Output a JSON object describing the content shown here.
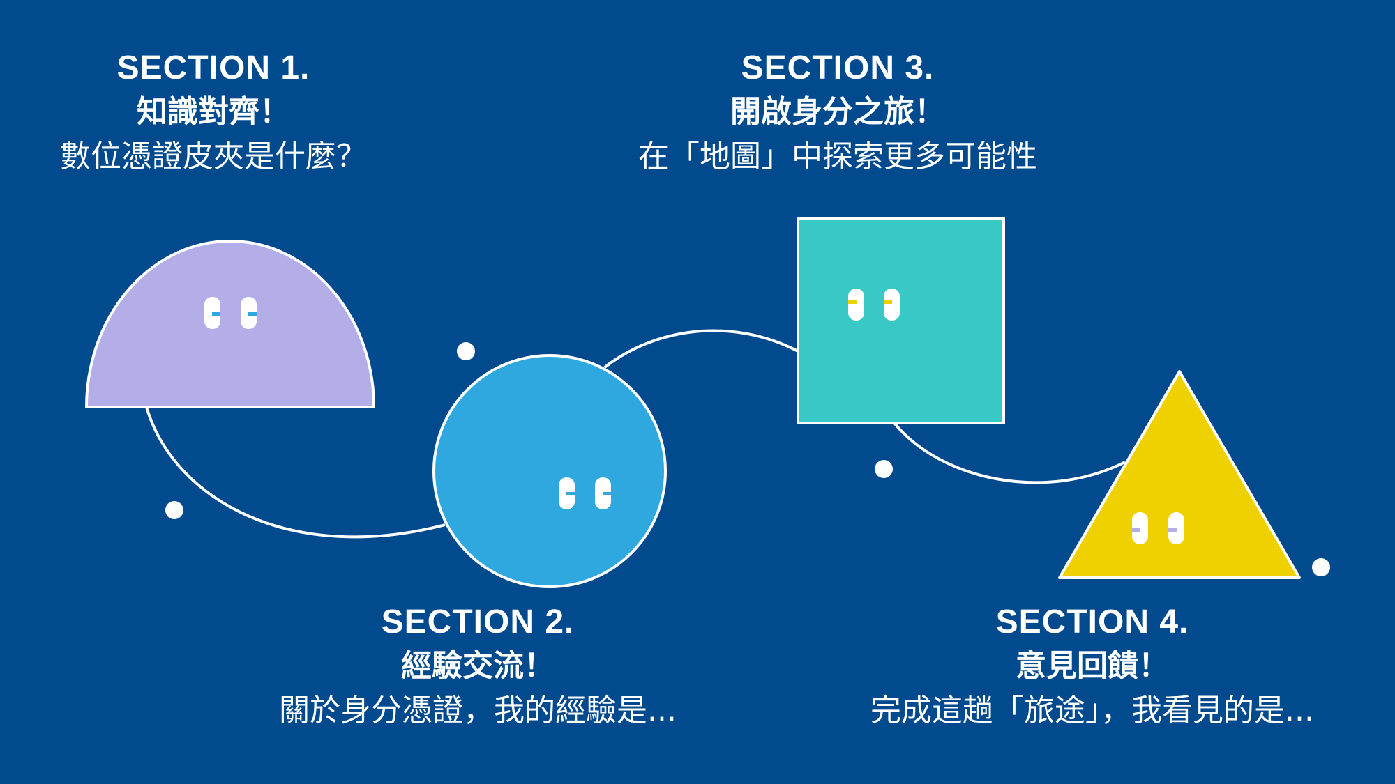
{
  "sections": [
    {
      "heading": "SECTION 1.",
      "title": "知識對齊！",
      "subtitle": "數位憑證皮夾是什麼？"
    },
    {
      "heading": "SECTION 2.",
      "title": "經驗交流！",
      "subtitle": "關於身分憑證，我的經驗是..."
    },
    {
      "heading": "SECTION 3.",
      "title": "開啟身分之旅！",
      "subtitle": "在「地圖」中探索更多可能性"
    },
    {
      "heading": "SECTION 4.",
      "title": "意見回饋！",
      "subtitle": "完成這趟「旅途」，我看見的是..."
    }
  ],
  "colors": {
    "background": "#024a8e",
    "half_circle": "#b3aee8",
    "circle": "#2fa8e0",
    "square": "#38c9c6",
    "triangle": "#efd000"
  }
}
